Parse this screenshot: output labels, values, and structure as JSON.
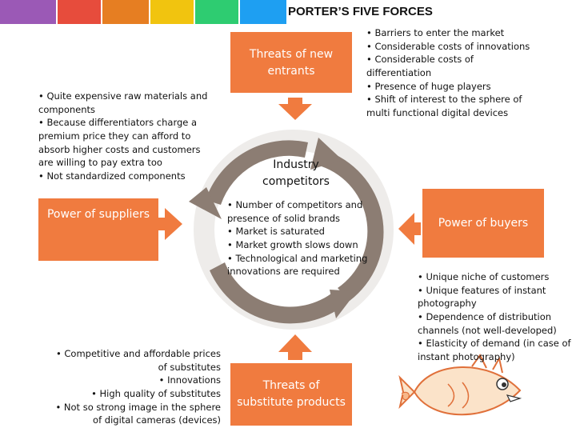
{
  "header": {
    "title": "PORTER’S FIVE FORCES",
    "stripe_colors": [
      "#9b59b6",
      "#e74c3c",
      "#e67e22",
      "#f1c40f",
      "#2ecc71",
      "#1e9ff2"
    ]
  },
  "colors": {
    "box": "#f07b3f",
    "arrow": "#f07b3f",
    "cycle": "#8c7d73"
  },
  "forces": {
    "new_entrants": {
      "label": "Threats of new entrants",
      "factors": [
        "Barriers to enter the market",
        "Considerable costs of innovations",
        "Considerable costs of differentiation",
        "Presence of huge players",
        "Shift of interest to the sphere of multi functional digital devices"
      ]
    },
    "suppliers": {
      "label": "Power of suppliers",
      "factors": [
        "Quite expensive raw materials and components",
        "Because differentiators charge a premium price they can afford to absorb higher costs and customers are willing to pay extra too",
        "Not standardized components"
      ]
    },
    "industry": {
      "label": "Industry competitors",
      "factors": [
        "Number of competitors and presence of solid brands",
        "Market is saturated",
        "Market growth slows down",
        "Technological and marketing innovations are required"
      ]
    },
    "buyers": {
      "label": "Power of buyers",
      "factors": [
        "Unique niche of customers",
        "Unique features of instant photography",
        "Dependence of distribution channels (not well-developed)",
        "Elasticity of demand (in case of instant photography)"
      ]
    },
    "substitutes": {
      "label": "Threats of substitute products",
      "factors": [
        "Competitive and affordable prices of substitutes",
        "Innovations",
        "High quality of substitutes",
        "Not so strong image in the sphere of digital cameras (devices)"
      ]
    }
  },
  "illustration": {
    "icon": "fish-icon"
  }
}
